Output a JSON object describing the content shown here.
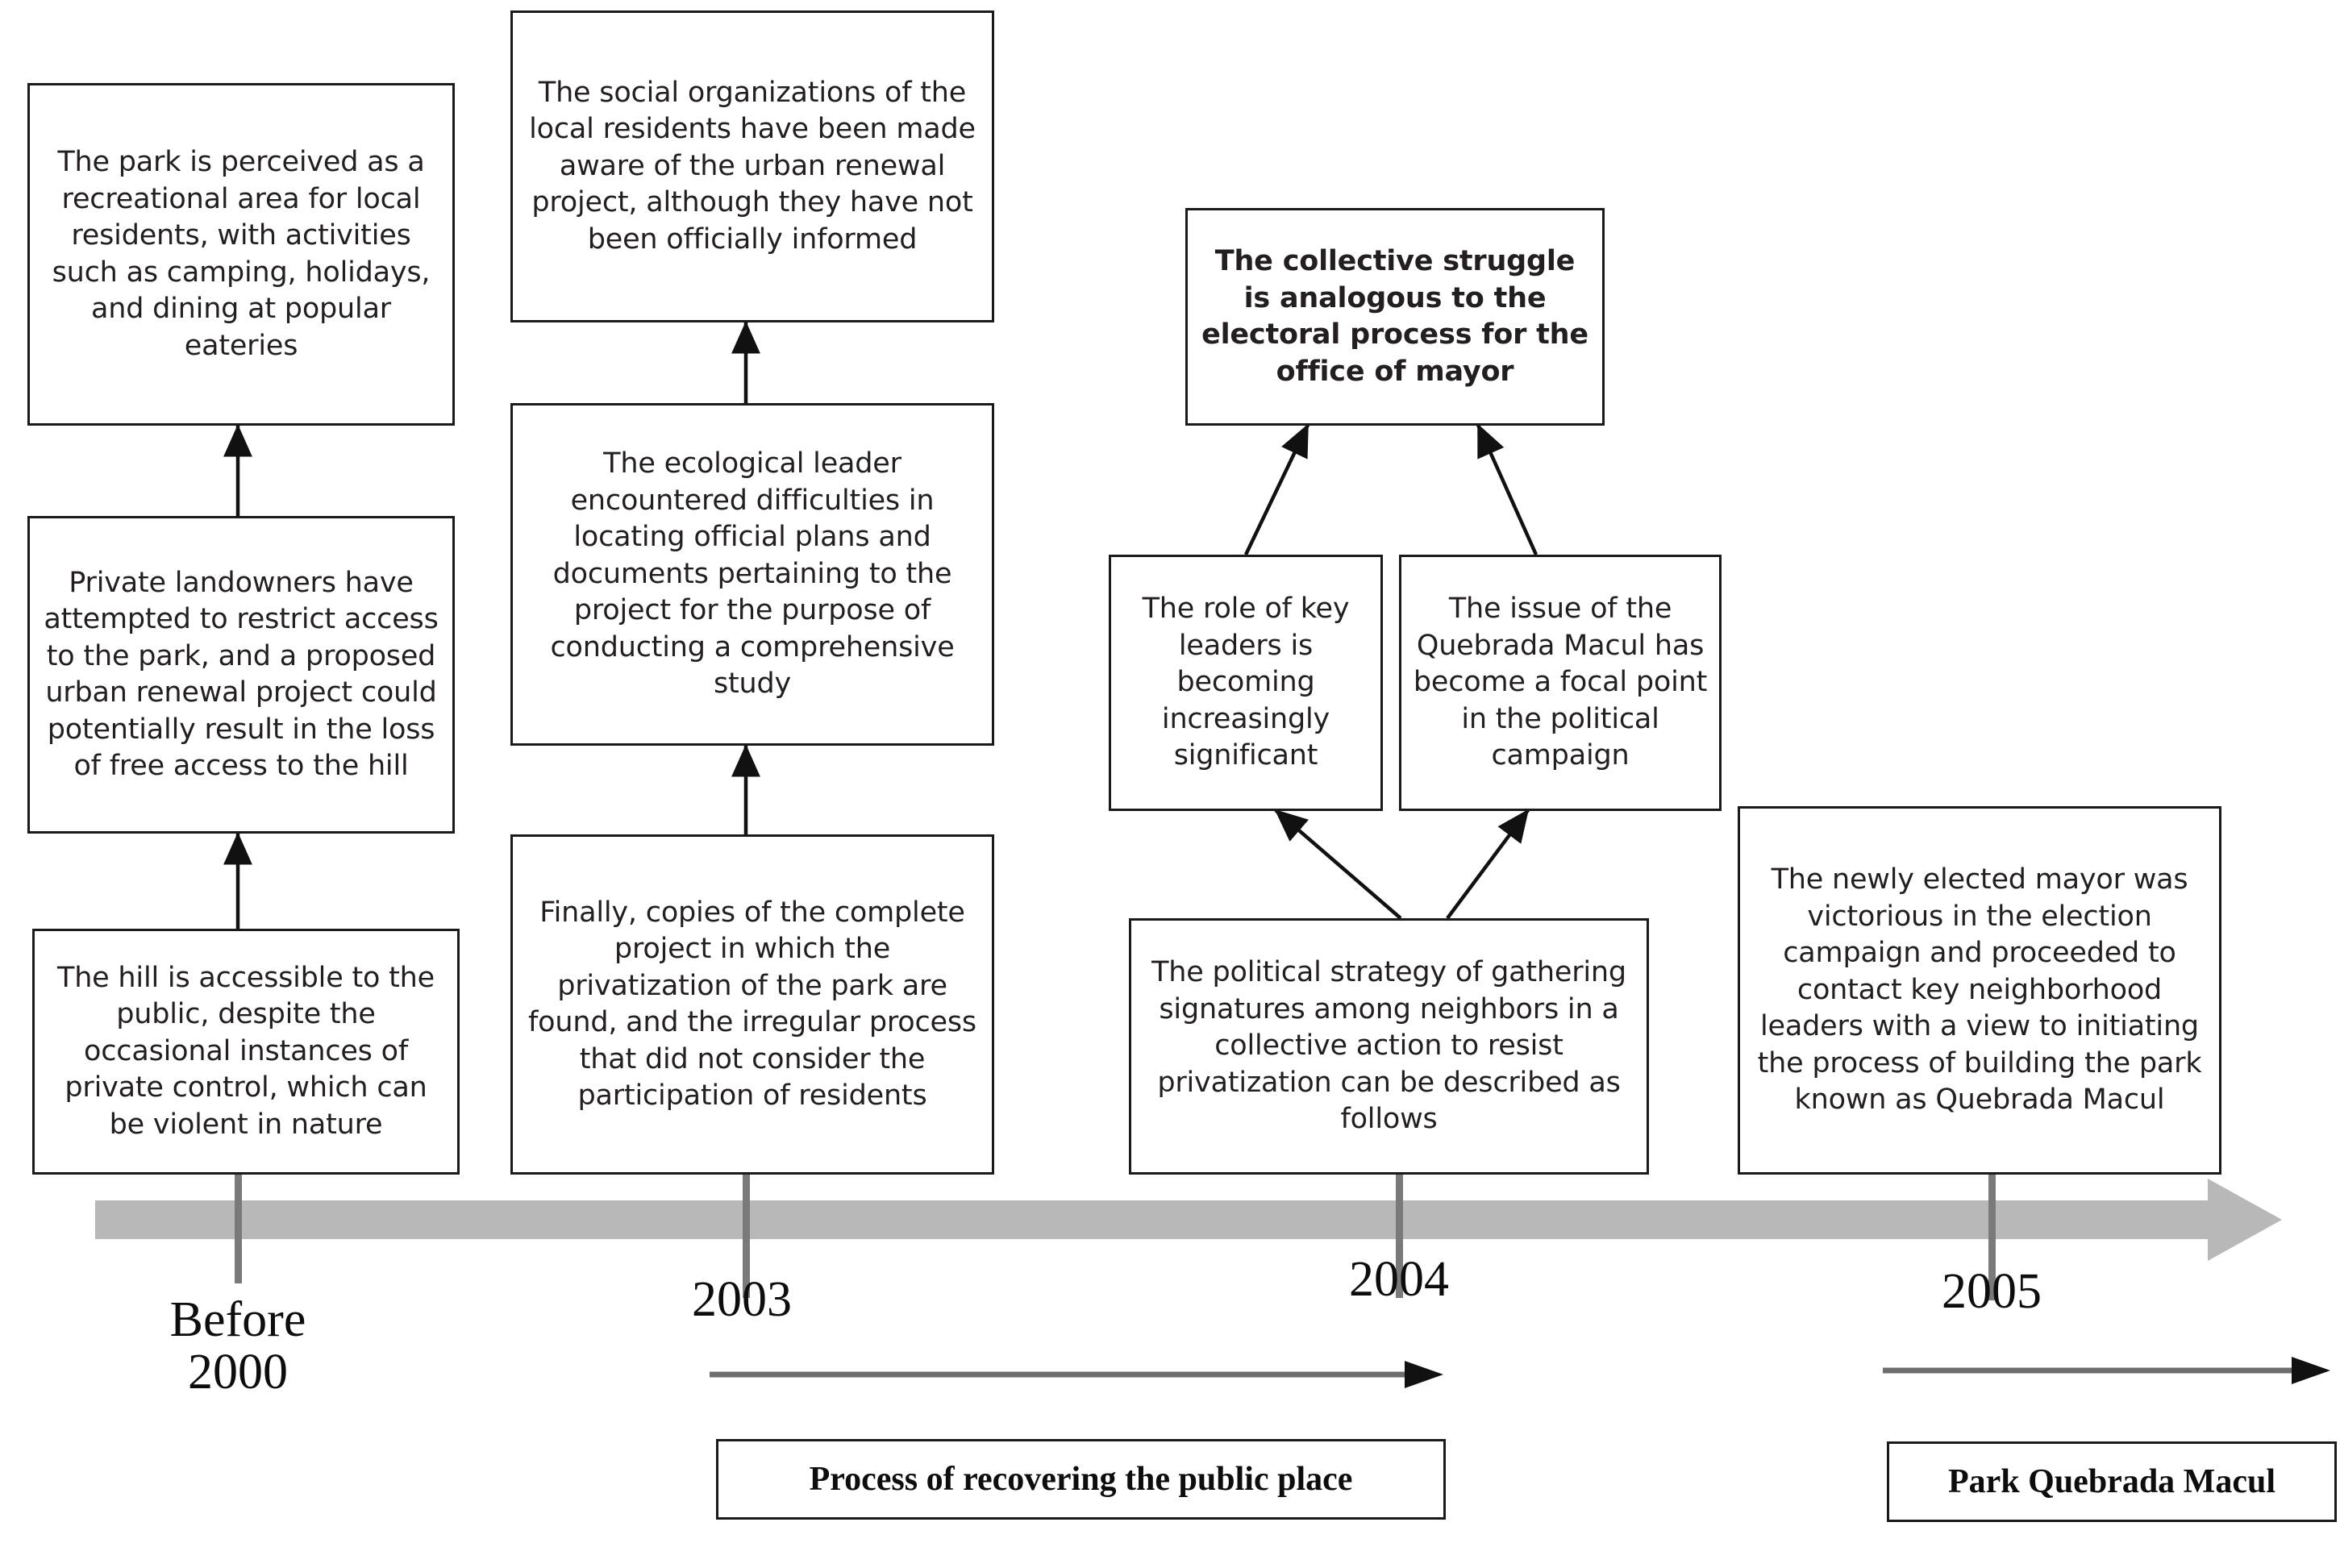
{
  "diagram": {
    "title": "Timeline of the recovery of Quebrada Macul public park",
    "type": "timeline-flow",
    "line_color": "#b3b3b3",
    "tick_color": "#7a7a7a",
    "box_border_color": "#1a1a1a",
    "text_color": "#231f20"
  },
  "periods": [
    {
      "id": "before-2000",
      "label": "Before\n2000"
    },
    {
      "id": "y2003",
      "label": "2003"
    },
    {
      "id": "y2004",
      "label": "2004"
    },
    {
      "id": "y2005",
      "label": "2005"
    }
  ],
  "nodes": {
    "before2000_top": "The park is perceived as a recreational area for local residents, with activities such as camping, holidays, and dining at popular eateries",
    "before2000_mid": "Private landowners have attempted  to restrict access to the park, and a proposed urban renewal project could potentially result in the  loss of free access to the hill",
    "before2000_bottom": "The hill is accessible to the public, despite the occasional instances of private control, which can be  violent in nature",
    "y2003_top": "The social organizations of the  local residents have been made aware of the urban renewal project, although they have not been officially informed",
    "y2003_mid": "The ecological leader encountered  difficulties in locating official plans and documents  pertaining to the project for the  purpose of conducting a comprehensive study",
    "y2003_bottom": "Finally, copies of the complete project in which the privatization of the park are found, and the irregular process that did not consider the participation of residents",
    "y2004_top": "The collective  struggle is analogous  to the electoral process for the office  of mayor",
    "y2004_left": "The role of key leaders is becoming increasingly significant",
    "y2004_right": "The issue of the Quebrada Macul has become a focal point in the political campaign",
    "y2004_bottom": "The political strategy of gathering signatures among neighbors in a collective action to resist privatization can be described as follows",
    "y2005_main": "The newly elected mayor was victorious in the election campaign and proceeded to contact key neighborhood leaders with a view to  initiating the process of building the park known as Quebrada Macul"
  },
  "phases": [
    {
      "id": "phase-recovering",
      "label": "Process of recovering the public place"
    },
    {
      "id": "phase-park",
      "label": "Park Quebrada Macul"
    }
  ]
}
